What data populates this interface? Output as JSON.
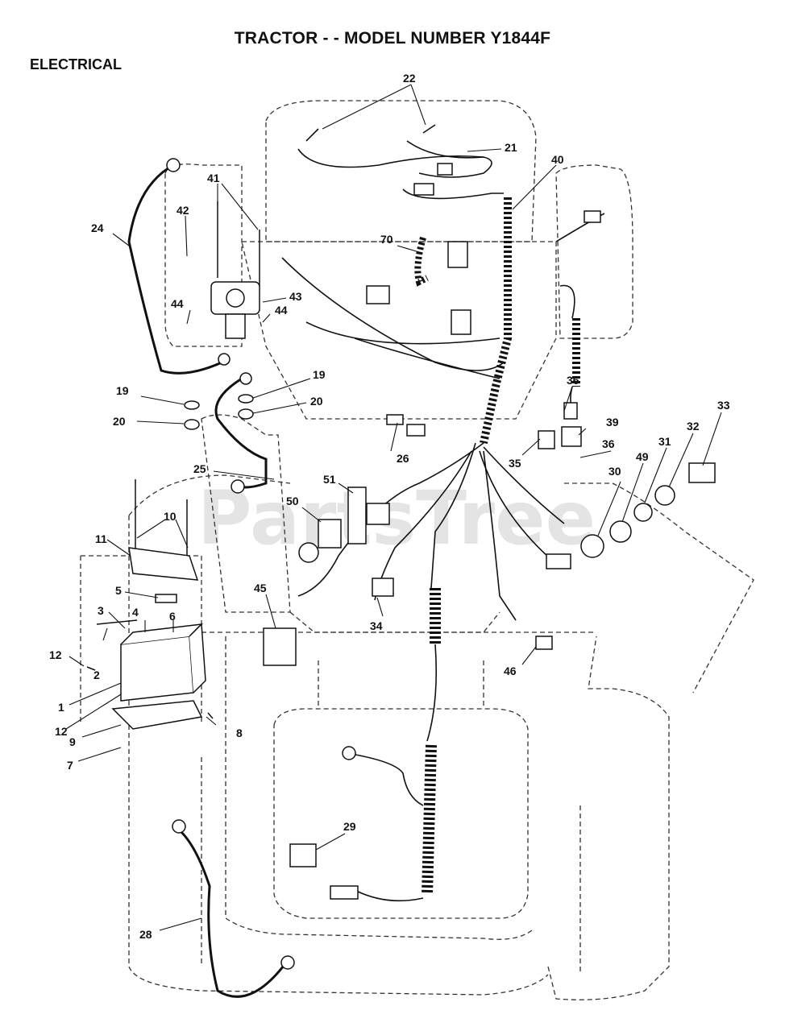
{
  "header": {
    "title": "TRACTOR - - MODEL NUMBER Y1844F",
    "section": "ELECTRICAL"
  },
  "watermark": "PartsTree",
  "colors": {
    "ink": "#111111",
    "outline": "#333333",
    "watermark": "#cfcfcf"
  },
  "callouts": [
    "22",
    "21",
    "40",
    "70",
    "41",
    "42",
    "24",
    "43",
    "44",
    "44",
    "19",
    "19",
    "20",
    "20",
    "36",
    "39",
    "33",
    "36",
    "32",
    "31",
    "49",
    "35",
    "26",
    "30",
    "51",
    "50",
    "25",
    "10",
    "11",
    "45",
    "5",
    "3",
    "4",
    "6",
    "34",
    "12",
    "2",
    "46",
    "1",
    "8",
    "12",
    "9",
    "7",
    "29",
    "28"
  ]
}
